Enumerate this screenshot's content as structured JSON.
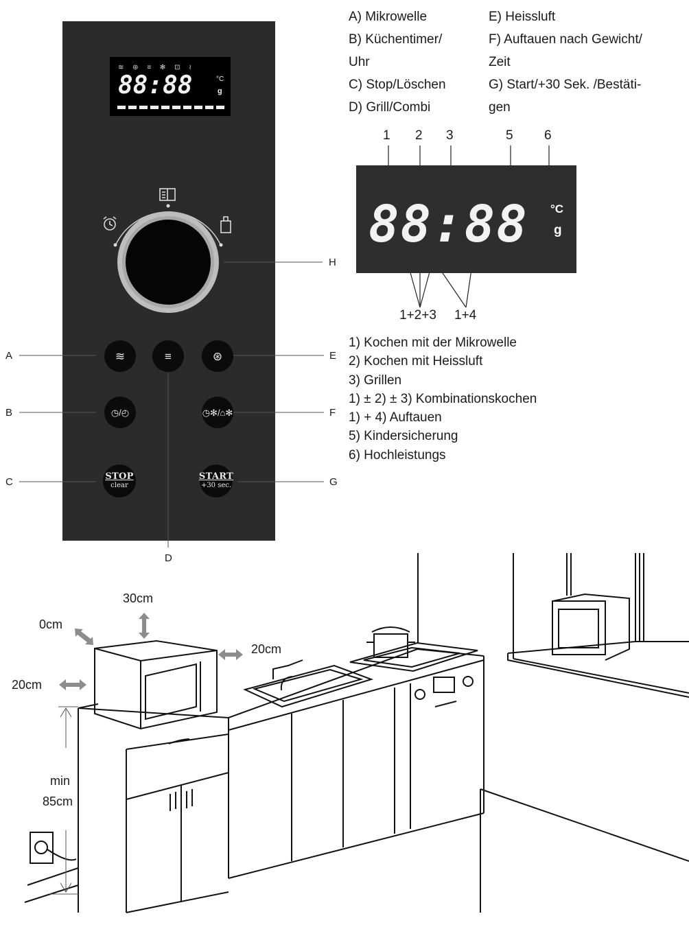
{
  "legend_left": [
    "A) Mikrowelle",
    "B) Küchentimer/",
    "Uhr",
    "C) Stop/Löschen",
    "D) Grill/Combi"
  ],
  "legend_right": [
    "E) Heissluft",
    "F) Auftauen nach Gewicht/",
    "Zeit",
    "G) Start/+30 Sek. /Bestäti-",
    "gen"
  ],
  "callouts": {
    "a": "A",
    "b": "B",
    "c": "C",
    "d": "D",
    "e": "E",
    "f": "F",
    "g": "G",
    "h": "H"
  },
  "display": {
    "digits": "88:88",
    "unit_c": "°C",
    "unit_g": "g",
    "indicator_numbers": [
      "1",
      "2",
      "3",
      "5",
      "6"
    ],
    "combo_left": "1+2+3",
    "combo_right": "1+4"
  },
  "icons": {
    "microwave": "microwave-waves-icon",
    "convection": "fan-icon",
    "grill": "grill-icon",
    "defrost": "snowflake-drops-icon",
    "lock": "padlock-icon",
    "power": "high-power-icon",
    "timer": "alarm-clock-icon",
    "recipe": "recipe-book-icon",
    "weight": "weight-icon"
  },
  "buttons": {
    "stop_title": "STOP",
    "stop_sub": "clear",
    "start_title": "START",
    "start_sub": "+30 sec."
  },
  "mode_list": [
    "1) Kochen mit der Mikrowelle",
    "2) Kochen mit Heissluft",
    "3) Grillen",
    "1) ± 2) ± 3) Kombinationskochen",
    "1) + 4) Auftauen",
    "5) Kindersicherung",
    "6) Hochleistungs"
  ],
  "clearances": {
    "top": "30cm",
    "back": "0cm",
    "right": "20cm",
    "left": "20cm",
    "min": "min",
    "height": "85cm"
  },
  "colors": {
    "panel": "#2b2b2b",
    "display_bg": "#2e2e2e",
    "dial_ring": "#c8c8c8",
    "arrow": "#8c8c8c"
  }
}
